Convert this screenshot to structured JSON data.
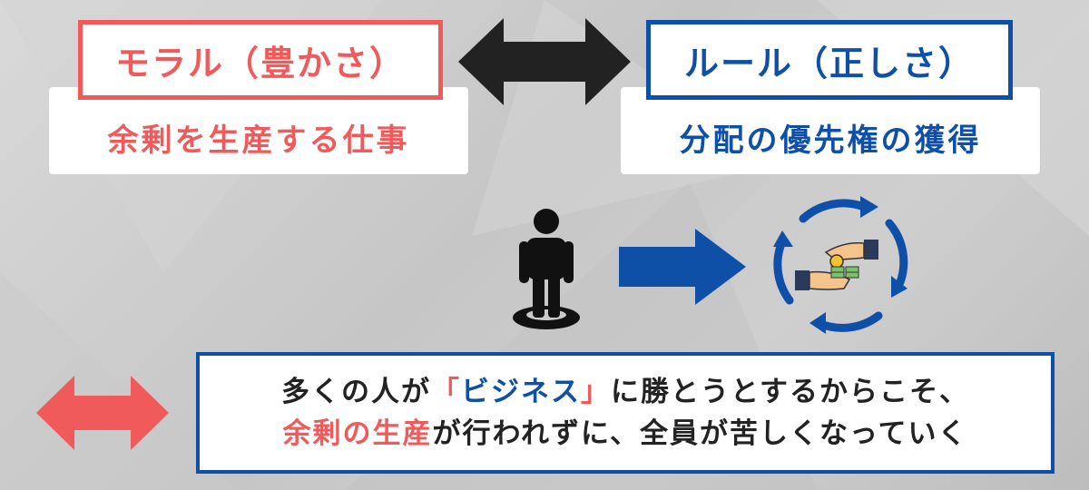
{
  "left_panel": {
    "title": "モラル（豊かさ）",
    "subtitle": "余剰を生産する仕事",
    "color": "#f05a5a"
  },
  "right_panel": {
    "title": "ルール（正しさ）",
    "subtitle": "分配の優先権の獲得",
    "color": "#0e4fa8"
  },
  "icons": {
    "middle_arrow": "double-arrow-icon",
    "person": "person-icon",
    "flow_arrow": "right-arrow-icon",
    "cycle": "money-exchange-cycle-icon",
    "bottom_arrow": "double-arrow-icon"
  },
  "bottom_message": {
    "line1_pre": "多くの人が",
    "line1_quote_open": "「",
    "line1_highlight": "ビジネス",
    "line1_quote_close": "」",
    "line1_post": "に勝とうとするからこそ、",
    "line2_highlight": "余剰の生産",
    "line2_post": "が行われずに、全員が苦しくなっていく"
  },
  "colors": {
    "accent_red": "#f05a5a",
    "accent_blue": "#0e4fa8",
    "dark": "#222222"
  }
}
